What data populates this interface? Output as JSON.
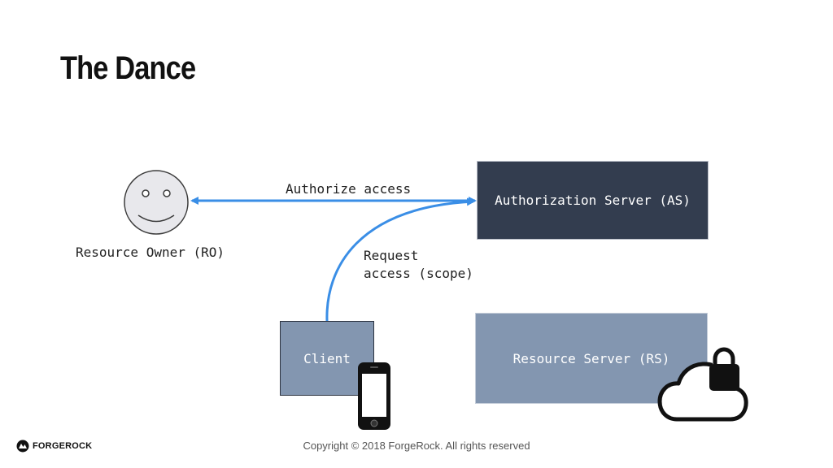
{
  "slide": {
    "title": "The Dance"
  },
  "diagram": {
    "resource_owner_label": "Resource Owner (RO)",
    "authorize_access_label": "Authorize access",
    "request_access_line1": "Request",
    "request_access_line2": "access (scope)",
    "authorization_server_label": "Authorization Server (AS)",
    "resource_server_label": "Resource Server (RS)",
    "client_label": "Client",
    "icons": {
      "resource_owner": "smiley-face-icon",
      "client_device": "smartphone-icon",
      "resource_server": "cloud-lock-icon"
    },
    "colors": {
      "arrow": "#3a8ee6",
      "authorization_server_fill": "#333d4f",
      "box_fill": "#8396b0"
    }
  },
  "footer": {
    "copyright": "Copyright © 2018 ForgeRock. All rights reserved",
    "logo_text": "FORGEROCK"
  }
}
